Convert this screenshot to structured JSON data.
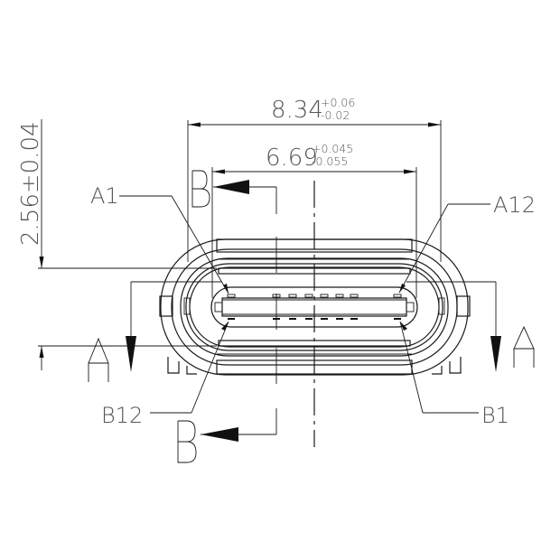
{
  "drawing": {
    "subject": "USB Type-C receptacle front view",
    "dimensions": {
      "overall_width": {
        "nominal": "8.34",
        "tol_plus": "+0.06",
        "tol_minus": "-0.02"
      },
      "inner_width": {
        "nominal": "6.69",
        "tol_plus": "+0.045",
        "tol_minus": "-0.055"
      },
      "height": {
        "text": "2.56±0.04"
      }
    },
    "pin_labels": {
      "top_left": "A1",
      "top_right": "A12",
      "bottom_left": "B12",
      "bottom_right": "B1"
    },
    "section_marks": {
      "a_left": "A",
      "a_right": "A",
      "b_top": "B",
      "b_bottom": "B"
    },
    "colors": {
      "line": "#1a1a1a",
      "text": "#555555",
      "background": "#ffffff"
    }
  }
}
